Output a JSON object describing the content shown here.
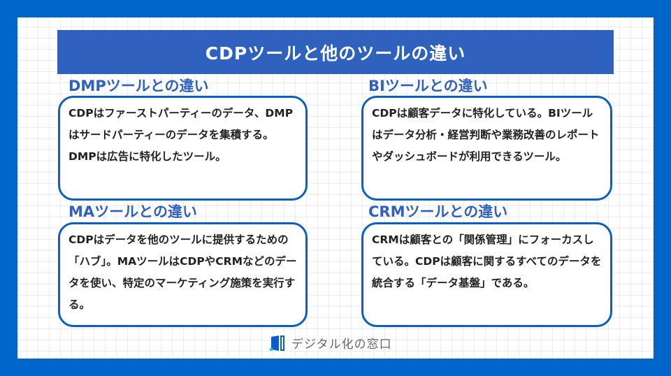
{
  "title": "CDPツールと他のツールの違い",
  "sections": [
    {
      "heading": "DMPツールとの違い",
      "body": "CDPはファーストパーティーのデータ、DMPはサードパーティーのデータを集積する。DMPは広告に特化したツール。"
    },
    {
      "heading": "BIツールとの違い",
      "body": "CDPは顧客データに特化している。BIツールはデータ分析・経営判断や業務改善のレポートやダッシュボードが利用できるツール。"
    },
    {
      "heading": "MAツールとの違い",
      "body": "CDPはデータを他のツールに提供するための「ハブ」。MAツールはCDPやCRMなどのデータを使い、特定のマーケティング施策を実行する。"
    },
    {
      "heading": "CRMツールとの違い",
      "body": "CRMは顧客との「関係管理」にフォーカスしている。CDPは顧客に関するすべてのデータを統合する「データ基盤」である。"
    }
  ],
  "logo": {
    "text": "デジタル化の窓口"
  },
  "colors": {
    "frame": "#0066cc",
    "title_bg": "#2f62be",
    "border": "#0a5fc7"
  }
}
